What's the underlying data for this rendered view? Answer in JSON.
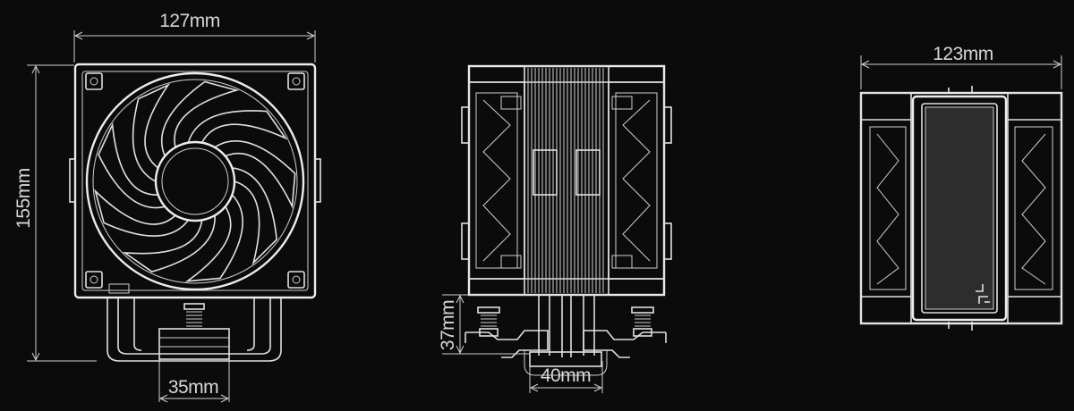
{
  "palette": {
    "background": "#0b0b0b",
    "line": "#d9d9d9"
  },
  "dimensions": {
    "front_width": "127mm",
    "front_height": "155mm",
    "front_base": "35mm",
    "side_height": "37mm",
    "side_base": "40mm",
    "top_width": "123mm"
  },
  "views": [
    {
      "name": "front-view",
      "icons": [
        "fan-icon",
        "heatpipe-icon",
        "mounting-screw-icon"
      ]
    },
    {
      "name": "side-view",
      "icons": [
        "heatsink-fins-icon",
        "fan-clip-icon",
        "mounting-bracket-icon"
      ]
    },
    {
      "name": "top-view",
      "icons": [
        "fan-frame-icon",
        "top-cover-icon",
        "brand-logo-icon"
      ]
    }
  ]
}
